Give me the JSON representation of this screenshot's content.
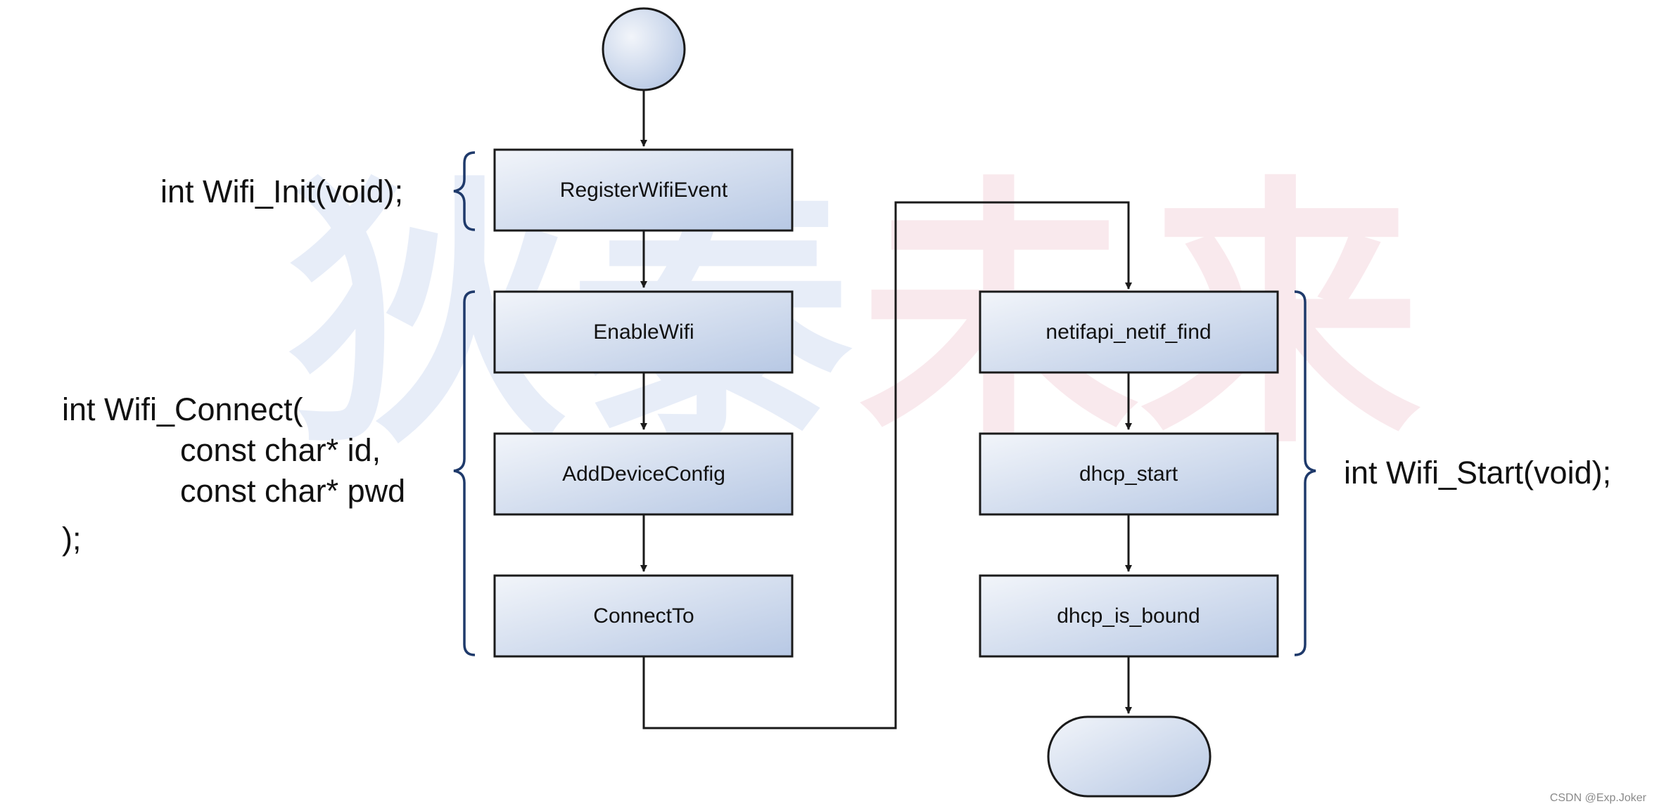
{
  "colors": {
    "node_fill_light": "#f2f5fa",
    "node_fill_dark": "#b7c8e4",
    "line": "#1a1a1a",
    "brace": "#1f3a6b",
    "watermark_blue": "#ccd8f0",
    "watermark_pink": "#f2cfd8"
  },
  "nodes": {
    "start": "",
    "register_wifi_event": "RegisterWifiEvent",
    "enable_wifi": "EnableWifi",
    "add_device_config": "AddDeviceConfig",
    "connect_to": "ConnectTo",
    "netifapi_netif_find": "netifapi_netif_find",
    "dhcp_start": "dhcp_start",
    "dhcp_is_bound": "dhcp_is_bound",
    "end": ""
  },
  "edges": [
    {
      "from": "start",
      "to": "register_wifi_event"
    },
    {
      "from": "register_wifi_event",
      "to": "enable_wifi"
    },
    {
      "from": "enable_wifi",
      "to": "add_device_config"
    },
    {
      "from": "add_device_config",
      "to": "connect_to"
    },
    {
      "from": "connect_to",
      "to": "netifapi_netif_find"
    },
    {
      "from": "netifapi_netif_find",
      "to": "dhcp_start"
    },
    {
      "from": "dhcp_start",
      "to": "dhcp_is_bound"
    },
    {
      "from": "dhcp_is_bound",
      "to": "end"
    }
  ],
  "annotations": {
    "wifi_init": "int Wifi_Init(void);",
    "wifi_connect": {
      "line1": "int Wifi_Connect(",
      "line2": "const char* id,",
      "line3": "const char* pwd",
      "line4": ");"
    },
    "wifi_start": "int Wifi_Start(void);"
  },
  "watermark": "狄泰未来",
  "credit": "CSDN @Exp.Joker"
}
